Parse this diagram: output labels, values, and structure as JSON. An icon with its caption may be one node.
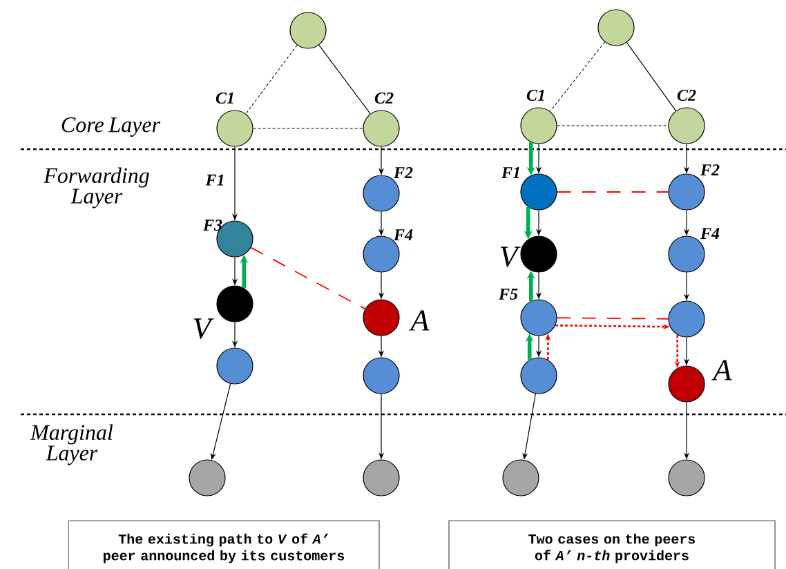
{
  "diagram": {
    "nodes": [
      {
        "text": [],
        "shape": "circle"
      },
      {
        "text": [],
        "shape": "circle",
        "beside": [
          "C1"
        ]
      },
      {
        "text": [],
        "shape": "circle",
        "beside": [
          "C2"
        ]
      },
      {
        "text": [],
        "shape": "circle"
      },
      {
        "text": [],
        "shape": "circle",
        "beside": [
          "C1"
        ]
      },
      {
        "text": [],
        "shape": "circle",
        "beside": [
          "C2"
        ]
      },
      {
        "text": [],
        "shape": "circle",
        "beside": [
          "F3"
        ]
      },
      {
        "text": [],
        "shape": "circle",
        "beside": [
          "F2"
        ]
      },
      {
        "text": [],
        "shape": "circle",
        "beside": [
          "F1"
        ]
      },
      {
        "text": [],
        "shape": "circle",
        "beside": [
          "F2"
        ]
      },
      {
        "text": [],
        "shape": "circle",
        "beside": [
          "F4"
        ]
      },
      {
        "text": [],
        "shape": "circle",
        "beside": [
          "V"
        ]
      },
      {
        "text": [],
        "shape": "circle",
        "beside": [
          "F4"
        ]
      },
      {
        "text": [],
        "shape": "circle",
        "beside": [
          "V"
        ]
      },
      {
        "text": [],
        "shape": "circle",
        "beside": [
          "A"
        ]
      },
      {
        "text": [],
        "shape": "circle",
        "beside": [
          "F5"
        ]
      },
      {
        "text": [],
        "shape": "circle"
      },
      {
        "text": [],
        "shape": "circle"
      },
      {
        "text": [],
        "shape": "circle"
      },
      {
        "text": [],
        "shape": "circle"
      },
      {
        "text": [],
        "shape": "circle",
        "beside": [
          "A"
        ]
      },
      {
        "text": [],
        "shape": "circle"
      },
      {
        "text": [],
        "shape": "circle"
      },
      {
        "text": [],
        "shape": "circle"
      },
      {
        "text": [],
        "shape": "circle"
      },
      {
        "text": [
          "The existing path to *V* of *A’* peer announced by its customers"
        ]
      },
      {
        "text": [
          "Two cases on the peers of *A’ n-th* providers"
        ]
      }
    ],
    "edges": [
      {
        "from": 0,
        "to": 1,
        "arrow": "none",
        "style": "dashed"
      },
      {
        "from": 0,
        "to": 2,
        "arrow": "none"
      },
      {
        "from": 1,
        "to": 2,
        "arrow": "none",
        "style": "dashed"
      },
      {
        "from": 1,
        "to": 6,
        "arrow": "to",
        "label": "F1"
      },
      {
        "from": 6,
        "to": 13,
        "arrow": "to"
      },
      {
        "from": 13,
        "to": 17,
        "arrow": "to"
      },
      {
        "from": 17,
        "to": 21,
        "arrow": "to"
      },
      {
        "from": 2,
        "to": 7,
        "arrow": "to"
      },
      {
        "from": 7,
        "to": 10,
        "arrow": "to"
      },
      {
        "from": 10,
        "to": 14,
        "arrow": "to"
      },
      {
        "from": 14,
        "to": 18,
        "arrow": "to"
      },
      {
        "from": 18,
        "to": 22,
        "arrow": "to"
      },
      {
        "from": 6,
        "to": 14,
        "arrow": "none",
        "style": "dashed",
        "color": "#ff0000"
      },
      {
        "from": 13,
        "to": 6,
        "arrow": "to",
        "style": "thick",
        "color": "#00b050"
      },
      {
        "from": 3,
        "to": 4,
        "arrow": "none",
        "style": "dashed"
      },
      {
        "from": 3,
        "to": 5,
        "arrow": "none"
      },
      {
        "from": 4,
        "to": 5,
        "arrow": "none",
        "style": "dashed"
      },
      {
        "from": 4,
        "to": 8,
        "arrow": "to"
      },
      {
        "from": 8,
        "to": 11,
        "arrow": "to"
      },
      {
        "from": 11,
        "to": 15,
        "arrow": "to"
      },
      {
        "from": 15,
        "to": 19,
        "arrow": "to"
      },
      {
        "from": 19,
        "to": 23,
        "arrow": "to"
      },
      {
        "from": 5,
        "to": 9,
        "arrow": "to"
      },
      {
        "from": 9,
        "to": 12,
        "arrow": "to"
      },
      {
        "from": 12,
        "to": 16,
        "arrow": "to"
      },
      {
        "from": 16,
        "to": 20,
        "arrow": "to"
      },
      {
        "from": 20,
        "to": 24,
        "arrow": "to"
      },
      {
        "from": 8,
        "to": 9,
        "arrow": "none",
        "style": "dashed",
        "color": "#ff0000"
      },
      {
        "from": 15,
        "to": 16,
        "arrow": "none",
        "style": "dashed",
        "color": "#ff0000"
      },
      {
        "from": 4,
        "to": 8,
        "arrow": "to",
        "style": "thick",
        "color": "#00b050"
      },
      {
        "from": 8,
        "to": 11,
        "arrow": "to",
        "style": "thick",
        "color": "#00b050"
      },
      {
        "from": 19,
        "to": 15,
        "arrow": "to",
        "style": "thick",
        "color": "#00b050"
      },
      {
        "from": 15,
        "to": 11,
        "arrow": "to",
        "style": "thick",
        "color": "#00b050"
      },
      {
        "from": 19,
        "to": 15,
        "arrow": "to",
        "style": "dashed",
        "color": "#ff0000"
      },
      {
        "from": 15,
        "to": 16,
        "arrow": "to",
        "style": "dashed",
        "color": "#ff0000"
      },
      {
        "from": 16,
        "to": 20,
        "arrow": "to",
        "style": "dashed",
        "color": "#ff0000"
      }
    ],
    "labels": [
      "Core Layer",
      "Forwarding Layer",
      "Marginal Layer"
    ]
  }
}
